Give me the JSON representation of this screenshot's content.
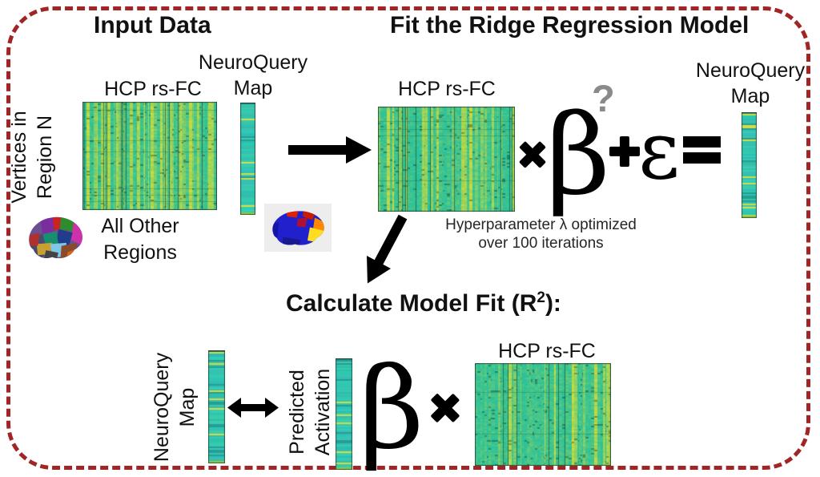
{
  "palette": {
    "frame_red": "#a12525",
    "heatmap_teal": "#2cc29a",
    "heatmap_yellow": "#cddb3e",
    "vector_cyan": "#34c6b2",
    "question_gray": "#8a8a8a",
    "arrow_black": "#000000"
  },
  "input_section": {
    "title": "Input Data",
    "matrix_label": "HCP rs-FC",
    "vector_label": {
      "line1": "NeuroQuery",
      "line2": "Map"
    },
    "rows_label": {
      "line1": "Vertices in",
      "line2": "Region N"
    },
    "cols_label": {
      "line1": "All Other",
      "line2": "Regions"
    }
  },
  "fit_section": {
    "title": "Fit the Ridge Regression Model",
    "matrix_label": "HCP rs-FC",
    "beta_symbol": "β",
    "question_mark": "?",
    "epsilon_symbol": "ε",
    "result_label": {
      "line1": "NeuroQuery",
      "line2": "Map"
    },
    "note": {
      "line1": "Hyperparameter λ optimized",
      "line2": "over 100 iterations"
    }
  },
  "modelfit_section": {
    "title": {
      "prefix": "Calculate Model Fit (R",
      "superscript": "2",
      "suffix": "):"
    },
    "observed_label": {
      "line1": "NeuroQuery",
      "line2": "Map"
    },
    "predicted_label": {
      "line1": "Predicted",
      "line2": "Activation"
    },
    "beta_symbol": "β",
    "matrix_label": "HCP rs-FC"
  },
  "operators": {
    "multiply": "✖",
    "plus": "+",
    "equals": "=",
    "compare": "↔"
  }
}
